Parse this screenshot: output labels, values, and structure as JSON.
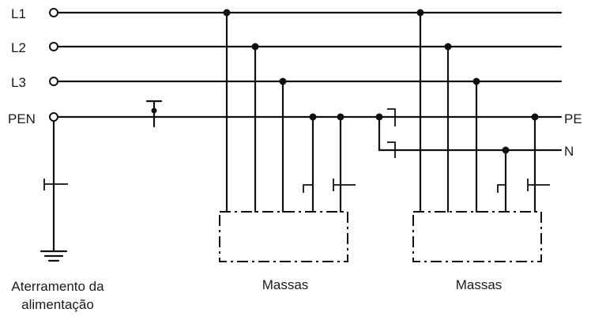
{
  "labels": {
    "l1": "L1",
    "l2": "L2",
    "l3": "L3",
    "pen": "PEN",
    "pe": "PE",
    "n": "N"
  },
  "captions": {
    "earthing_line1": "Aterramento da",
    "earthing_line2": "alimentação",
    "masses_left": "Massas",
    "masses_right": "Massas"
  }
}
